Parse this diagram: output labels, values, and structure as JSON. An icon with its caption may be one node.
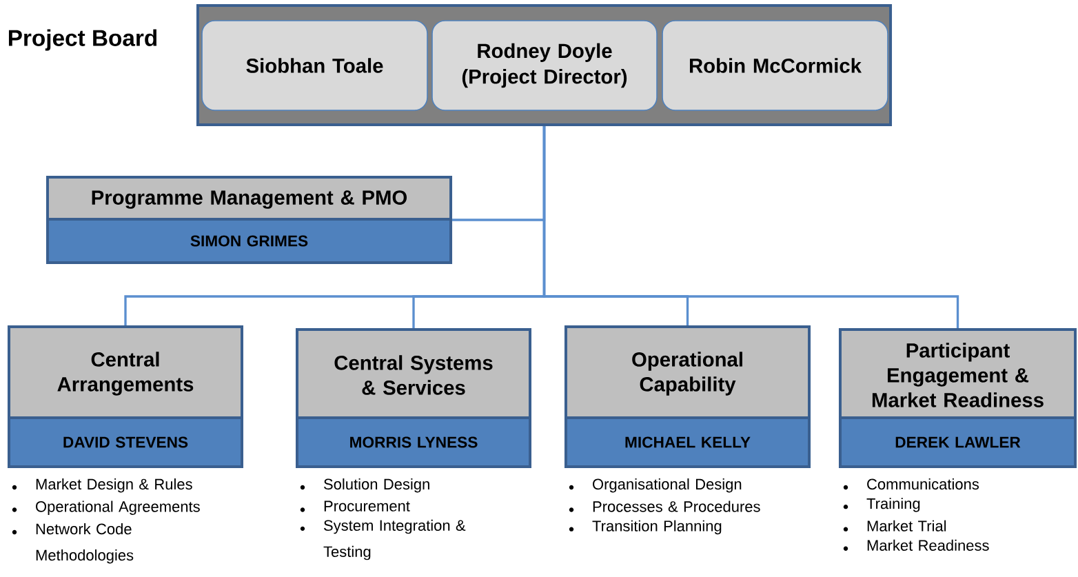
{
  "diagram": {
    "title": "Project Board",
    "nodes": [
      {
        "text": [],
        "shape": "box"
      },
      {
        "text": [
          "Siobhan Toale"
        ],
        "in": 0
      },
      {
        "text": [
          "Rodney Doyle (Project Director)"
        ],
        "in": 0
      },
      {
        "text": [
          "Robin McCormick"
        ],
        "in": 0
      },
      {
        "text": [
          "Programme Management & PMO",
          "SIMON GRIMES"
        ]
      },
      {
        "text": [
          "Central Arrangements",
          "DAVID STEVENS"
        ],
        "beside": [
          "Market Design & Rules",
          "Operational Agreements",
          "Network Code Methodologies"
        ]
      },
      {
        "text": [
          "Central Systems & Services",
          "MORRIS LYNESS"
        ],
        "beside": [
          "Solution Design",
          "Procurement",
          "System Integration & Testing"
        ]
      },
      {
        "text": [
          "Operational Capability",
          "MICHAEL KELLY"
        ],
        "beside": [
          "Organisational Design",
          "Processes & Procedures",
          "Transition Planning"
        ]
      },
      {
        "text": [
          "Participant Engagement & Market Readiness",
          "DEREK LAWLER"
        ],
        "beside": [
          "Communications",
          "Training",
          "Market Trial",
          "Market Readiness"
        ]
      }
    ],
    "edges": [
      {
        "from": 0,
        "to": 4,
        "arrow": "none"
      },
      {
        "from": 0,
        "to": 5,
        "arrow": "none"
      },
      {
        "from": 0,
        "to": 6,
        "arrow": "none"
      },
      {
        "from": 0,
        "to": 7,
        "arrow": "none"
      },
      {
        "from": 0,
        "to": 8,
        "arrow": "none"
      }
    ]
  }
}
